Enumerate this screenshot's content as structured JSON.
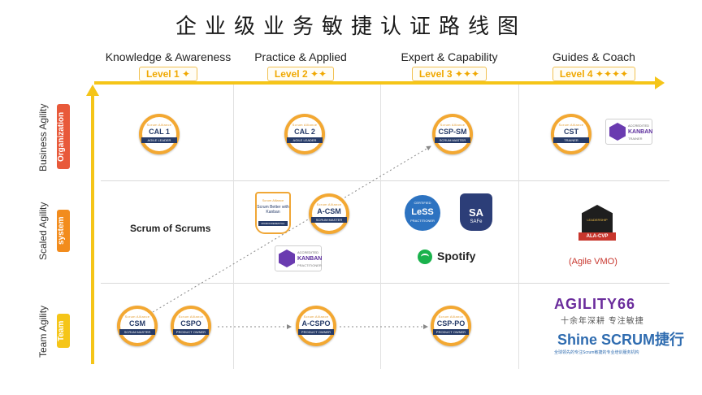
{
  "title": "企业级业务敏捷认证路线图",
  "levels": [
    {
      "name": "Knowledge & Awareness",
      "tag": "Level 1 ✦"
    },
    {
      "name": "Practice & Applied",
      "tag": "Level 2 ✦✦"
    },
    {
      "name": "Expert & Capability",
      "tag": "Level 3 ✦✦✦"
    },
    {
      "name": "Guides & Coach",
      "tag": "Level 4 ✦✦✦✦"
    }
  ],
  "rows": [
    {
      "label": "Business Agility",
      "tag": "Organization",
      "color": "#e8593a"
    },
    {
      "label": "Scaled Agility",
      "tag": "system",
      "color": "#f28c1d"
    },
    {
      "label": "Team Agility",
      "tag": "Team",
      "color": "#f5c518"
    }
  ],
  "badges": {
    "cal1": {
      "code": "CAL 1",
      "ribbon": "AGILE LEADER"
    },
    "cal2": {
      "code": "CAL 2",
      "ribbon": "AGILE LEADER"
    },
    "cspsm": {
      "code": "CSP-SM",
      "ribbon": "SCRUM MASTER"
    },
    "cst": {
      "code": "CST",
      "ribbon": "TRAINER"
    },
    "acsm": {
      "code": "A-CSM",
      "ribbon": "SCRUM MASTER"
    },
    "csm": {
      "code": "CSM",
      "ribbon": "SCRUM MASTER"
    },
    "cspo": {
      "code": "CSPO",
      "ribbon": "PRODUCT OWNER"
    },
    "acspo": {
      "code": "A-CSPO",
      "ribbon": "PRODUCT OWNER"
    },
    "csppo": {
      "code": "CSP-PO",
      "ribbon": "PRODUCT OWNER"
    },
    "logo_text": "Scrum Alliance"
  },
  "kanban_trainer": {
    "line1": "ACCREDITED",
    "line2": "KANBAN",
    "line3": "TRAINER"
  },
  "kanban_practitioner": {
    "line1": "ACCREDITED",
    "line2": "KANBAN",
    "line3": "PRACTITIONER"
  },
  "scrum_shield": {
    "logo": "Scrum Alliance",
    "text": "Scrum Better with Kanban",
    "ribbon": "MICROCREDENTIAL"
  },
  "less": {
    "top": "CERTIFIED",
    "mid": "LeSS",
    "bottom": "PRACTITIONER"
  },
  "safe": {
    "code": "SA",
    "sub": "SAFe"
  },
  "ala": {
    "top": "LEADERSHIP",
    "label": "ALA-CVP"
  },
  "scrum_of_scrums": "Scrum of Scrums",
  "spotify": "Spotify",
  "agile_vmo": "(Agile VMO)",
  "agility66": {
    "name": "AGILITY66",
    "sub": "十余年深耕 专注敏捷"
  },
  "shine": {
    "name": "Shine SCRUM捷行",
    "sub": "全球领先的专注Scrum敏捷的专业培训服务机构"
  }
}
